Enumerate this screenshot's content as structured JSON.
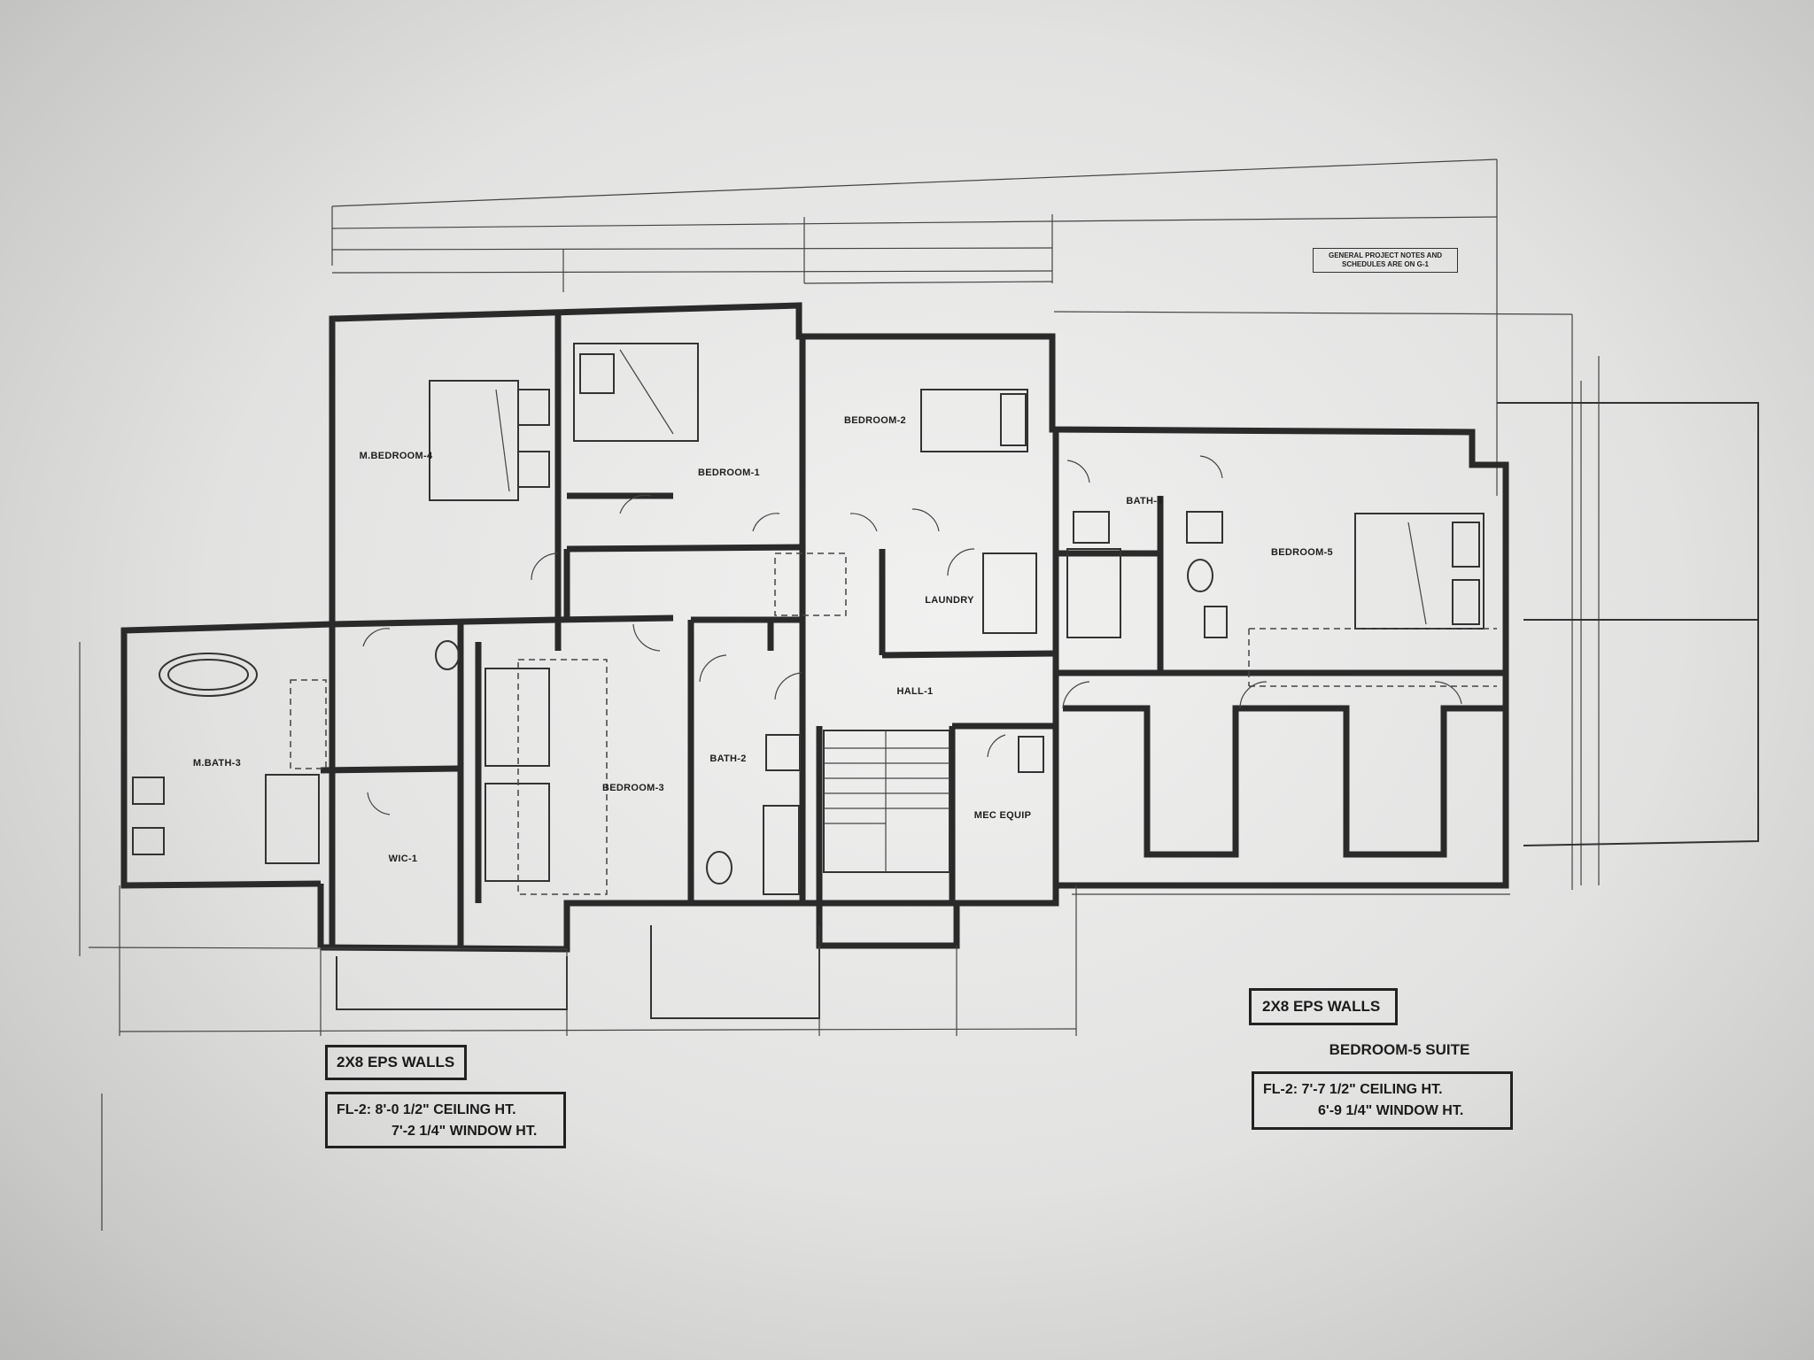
{
  "rooms": {
    "m_bedroom_4": "M.BEDROOM-4",
    "bedroom_1": "BEDROOM-1",
    "bedroom_2": "BEDROOM-2",
    "bath_4": "BATH-4",
    "bedroom_5": "BEDROOM-5",
    "laundry": "LAUNDRY",
    "m_bath_3": "M.BATH-3",
    "wic_1": "WIC-1",
    "bedroom_3": "BEDROOM-3",
    "bath_2": "BATH-2",
    "hall_1": "HALL-1",
    "mech_equip": "MEC EQUIP"
  },
  "notes": {
    "general": "GENERAL PROJECT NOTES AND SCHEDULES ARE ON G-1"
  },
  "left_legend": {
    "walls": "2X8 EPS WALLS",
    "ceiling_line": "FL-2: 8'-0 1/2\" CEILING HT.",
    "window_line": "7'-2 1/4\" WINDOW HT."
  },
  "right_legend": {
    "walls": "2X8 EPS WALLS",
    "suite_title": "BEDROOM-5 SUITE",
    "ceiling_line": "FL-2: 7'-7 1/2\" CEILING HT.",
    "window_line": "6'-9 1/4\" WINDOW HT."
  }
}
